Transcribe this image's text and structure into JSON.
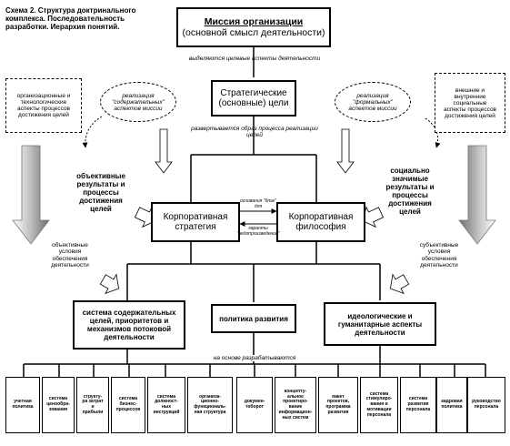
{
  "caption": {
    "line1": "Схема 2. Структура доктринального",
    "line2": "комплекса. Последовательность",
    "line3": "разработки. Иерархия понятий."
  },
  "mission": {
    "line1": "Миссия организации",
    "line2": "(основной смысл деятельности)"
  },
  "connector_mission": "выделяются целевые аспекты деятельности",
  "strategic_goals": {
    "line1": "Стратегические",
    "line2": "(основные) цели"
  },
  "connector_goals": {
    "line1": "развертывается образ процесса реализации",
    "line2": "целей"
  },
  "left_aspects": {
    "line1": "организационные и",
    "line2": "технологические",
    "line3": "аспекты процессов",
    "line4": "достижения целей"
  },
  "right_aspects": {
    "line1": "внешние и",
    "line2": "внутренние",
    "line3": "социальные",
    "line4": "аспекты процессов",
    "line5": "достижения целей"
  },
  "oval_left": {
    "line1": "реализация",
    "line2": "\"содержательных\"",
    "line3": "аспектов миссии"
  },
  "oval_right": {
    "line1": "реализация",
    "line2": "\"формальных\"",
    "line3": "аспектов миссии"
  },
  "objective_results": {
    "line1": "объективные",
    "line2": "результаты и",
    "line3": "процессы",
    "line4": "достижения",
    "line5": "целей"
  },
  "social_results": {
    "line1": "социально",
    "line2": "значимые",
    "line3": "результаты и",
    "line4": "процессы",
    "line5": "достижения",
    "line6": "целей"
  },
  "corp_strategy": {
    "line1": "Корпоративная",
    "line2": "стратегия"
  },
  "corp_philosophy": {
    "line1": "Корпоративная",
    "line2": "философия"
  },
  "link_top": {
    "line1": "основания \"благ\"",
    "line2": "для"
  },
  "link_bottom": {
    "line1": "гаранты",
    "line2": "\"недопроизведения\""
  },
  "objective_conditions": {
    "line1": "объективные",
    "line2": "условия",
    "line3": "обеспечения",
    "line4": "деятельности"
  },
  "subjective_conditions": {
    "line1": "субъективные",
    "line2": "условия",
    "line3": "обеспечения",
    "line4": "деятельности"
  },
  "system_goals": {
    "line1": "система содержательных",
    "line2": "целей, приоритетов и",
    "line3": "механизмов потоковой",
    "line4": "деятельности"
  },
  "dev_policy": "политика развития",
  "ideology": {
    "line1": "идеологические и",
    "line2": "гуманитарные аспекты",
    "line3": "деятельности"
  },
  "connector_bottom": "на основе разрабатываются",
  "leaves": [
    {
      "line1": "учетная",
      "line2": "политика"
    },
    {
      "line1": "система",
      "line2": "ценообра-",
      "line3": "зования"
    },
    {
      "line1": "структу-",
      "line2": "ра затрат",
      "line3": "и",
      "line4": "прибыли"
    },
    {
      "line1": "система",
      "line2": "бизнес-",
      "line3": "процессов"
    },
    {
      "line1": "система",
      "line2": "должност-",
      "line3": "ных",
      "line4": "инструкций"
    },
    {
      "line1": "организа-",
      "line2": "ционно-",
      "line3": "функциональ-",
      "line4": "ная структура"
    },
    {
      "line1": "докумен-",
      "line2": "тоборот"
    },
    {
      "line1": "концепту-",
      "line2": "альное",
      "line3": "проектиро-",
      "line4": "вание",
      "line5": "информацион-",
      "line6": "ных систем"
    },
    {
      "line1": "пакет",
      "line2": "проектов,",
      "line3": "программа",
      "line4": "развития"
    },
    {
      "line1": "система",
      "line2": "стимулиро-",
      "line3": "вания и",
      "line4": "мотивации",
      "line5": "персонала"
    },
    {
      "line1": "система",
      "line2": "развития",
      "line3": "персонала"
    },
    {
      "line1": "кадровая",
      "line2": "политика"
    },
    {
      "line1": "руководство",
      "line2": "персонала"
    }
  ]
}
